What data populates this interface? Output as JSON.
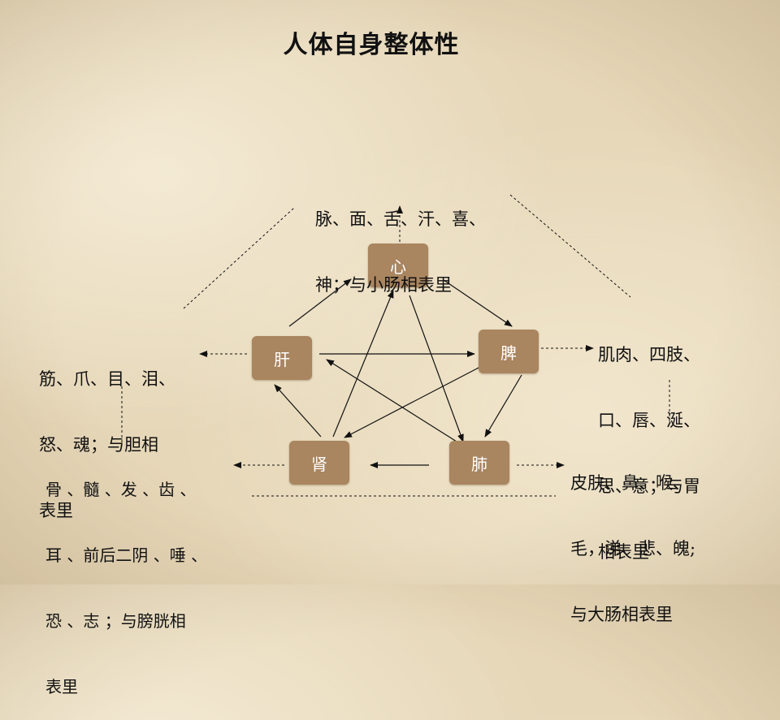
{
  "title": "人体自身整体性",
  "organs": {
    "heart": "心",
    "spleen": "脾",
    "lung": "肺",
    "kidney": "肾",
    "liver": "肝"
  },
  "associations": {
    "heart": [
      "脉、面、舌、汗、喜、",
      "神；与小肠相表里"
    ],
    "spleen": [
      "肌肉、四肢、",
      "口、唇、涎、",
      "思、意；与胃",
      "相表里"
    ],
    "lung": [
      "皮肤、鼻、喉、",
      "毛，涕、悲、魄;",
      "与大肠相表里"
    ],
    "kidney": [
      "骨 、髓 、发 、齿 、",
      "耳 、前后二阴 、唾 、",
      "恐 、志 ；与膀胱相",
      "表里"
    ],
    "liver": [
      "筋、爪、目、泪、",
      "怒、魂；与胆相",
      "表里"
    ]
  },
  "colors": {
    "box_fill": "#a98560",
    "box_text": "#ffffff",
    "line": "#111111",
    "background": "#e6d7b8"
  }
}
